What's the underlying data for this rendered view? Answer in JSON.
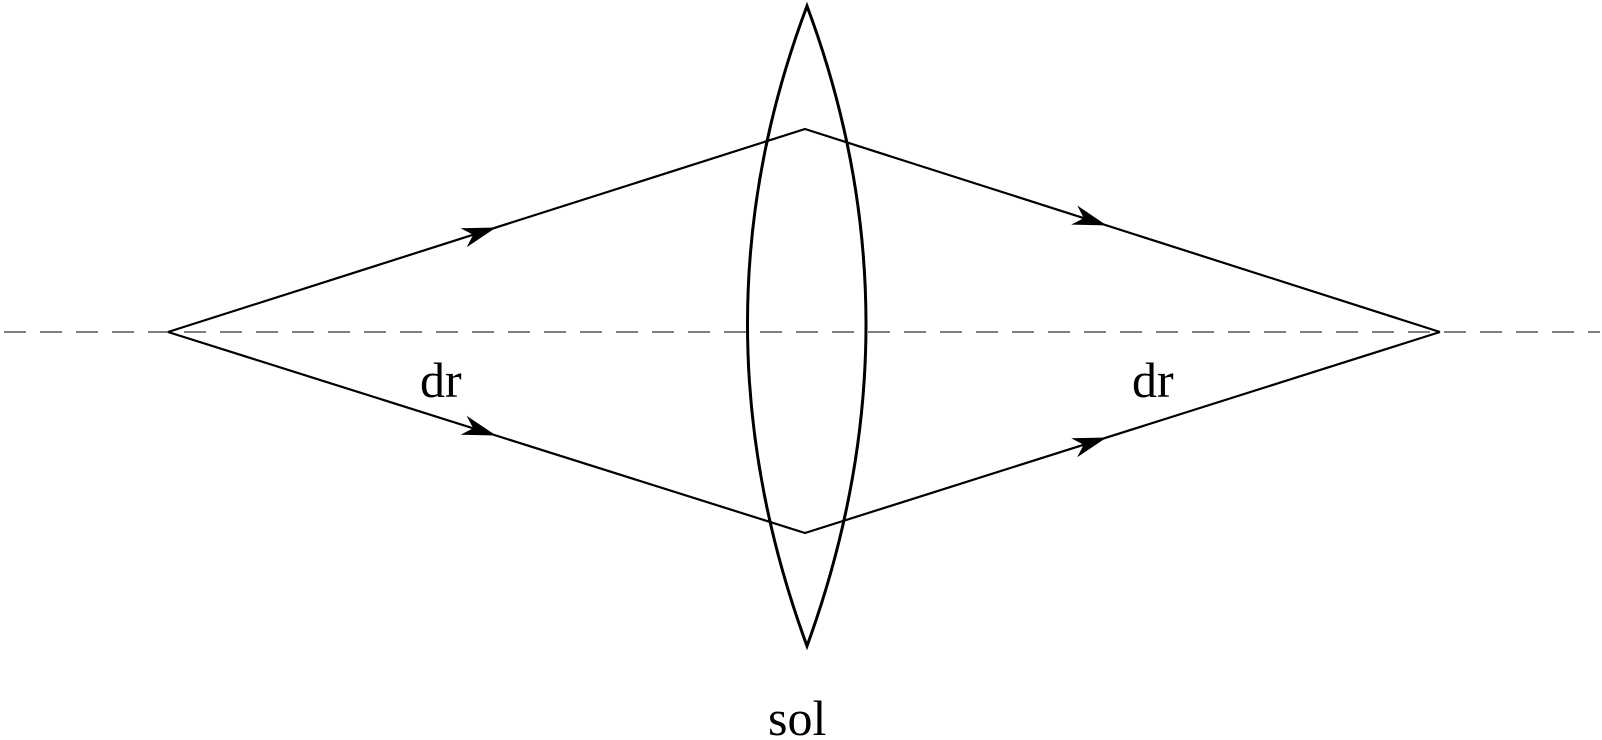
{
  "labels": {
    "left_medium": "dr",
    "right_medium": "dr",
    "lens": "sol"
  },
  "colors": {
    "line": "#000000",
    "axis": "#555555",
    "background": "#ffffff"
  }
}
